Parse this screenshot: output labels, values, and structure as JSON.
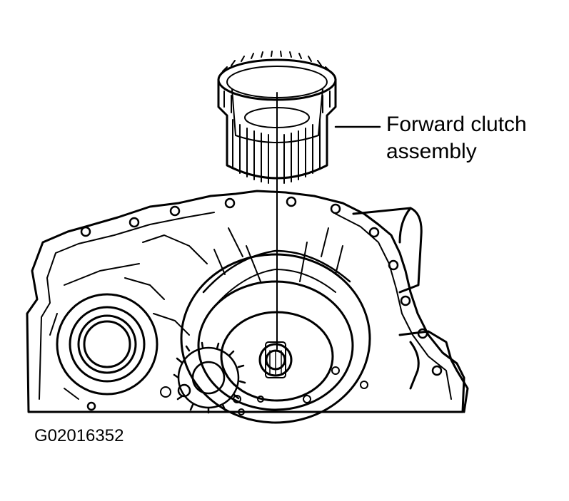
{
  "diagram": {
    "callout": {
      "line1": "Forward clutch",
      "line2": "assembly"
    },
    "figure_id": "G02016352",
    "colors": {
      "ink": "#000000",
      "paper": "#ffffff"
    }
  }
}
